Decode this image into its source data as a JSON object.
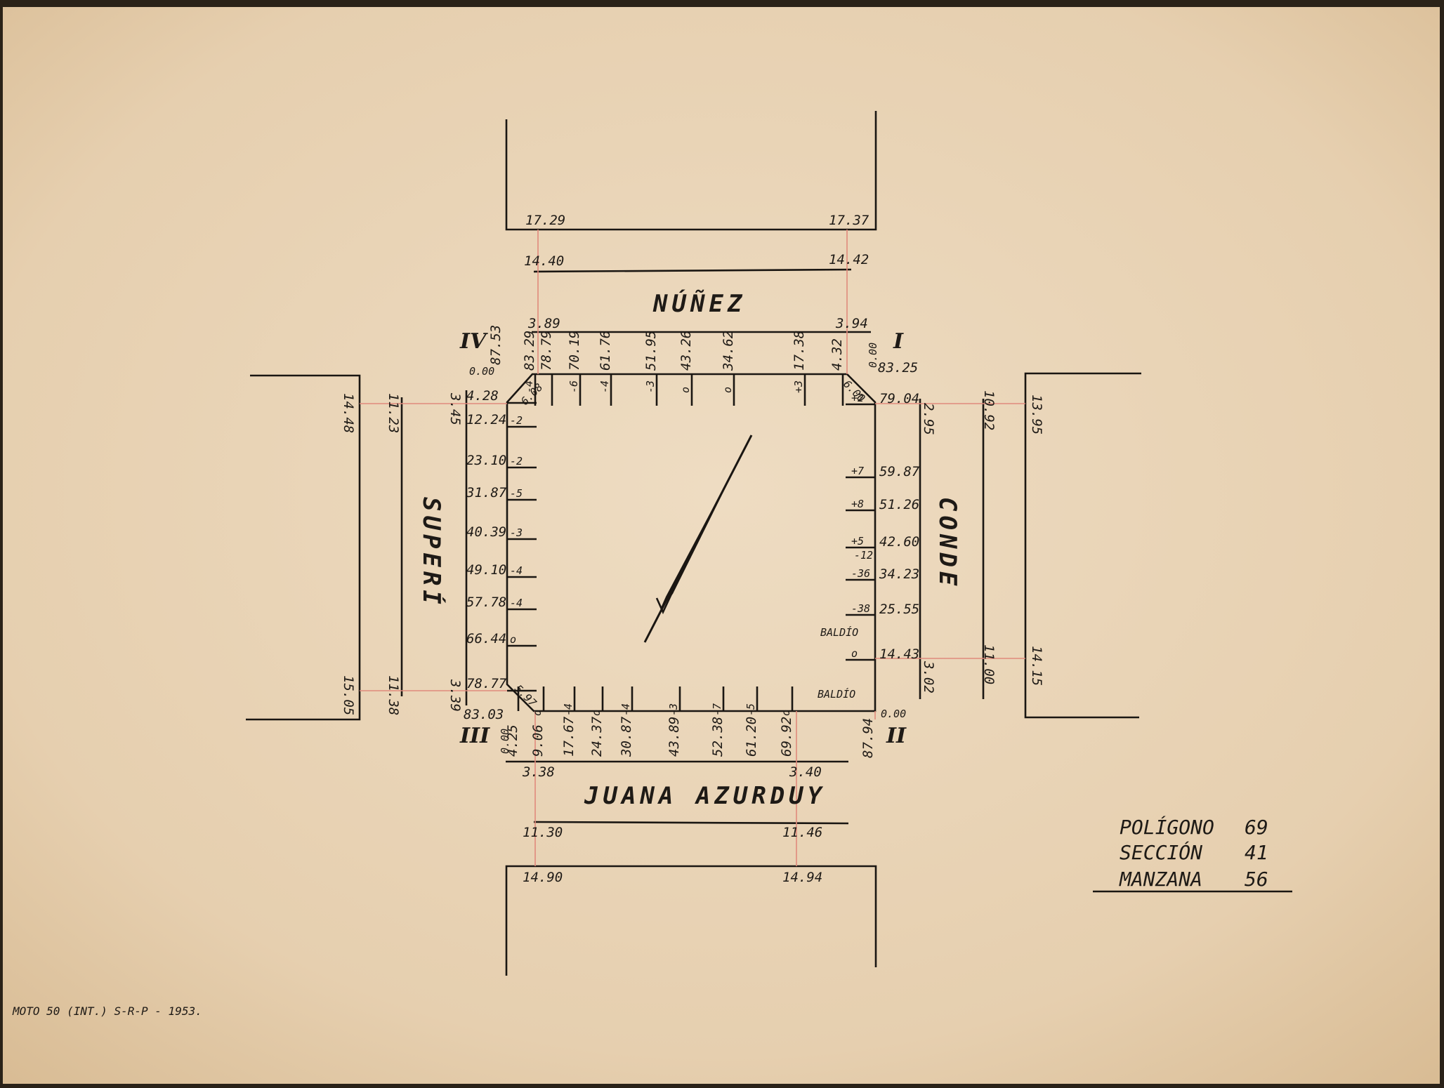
{
  "streets": {
    "north": "NÚÑEZ",
    "south": "JUANA AZURDUY",
    "west": "SUPERÍ",
    "east": "CONDE"
  },
  "corners": {
    "I": "I",
    "II": "II",
    "III": "III",
    "IV": "IV"
  },
  "legend": {
    "poligono_label": "POLÍGONO",
    "poligono_value": "69",
    "seccion_label": "SECCIÓN",
    "seccion_value": "41",
    "manzana_label": "MANZANA",
    "manzana_value": "56"
  },
  "footer_note": "MOTO 50 (INT.) S-R-P - 1953.",
  "north": {
    "building_left": "17.29",
    "building_right": "17.37",
    "curb_left": "14.40",
    "curb_right": "14.42",
    "line_left": "3.89",
    "line_right": "3.94",
    "lots": [
      {
        "m": "83.29",
        "o": "-4"
      },
      {
        "m": "78.79",
        "o": ""
      },
      {
        "m": "70.19",
        "o": "-6"
      },
      {
        "m": "61.76",
        "o": "-4"
      },
      {
        "m": "51.95",
        "o": "-3"
      },
      {
        "m": "43.26",
        "o": "o"
      },
      {
        "m": "34.62",
        "o": "o"
      },
      {
        "m": "17.38",
        "o": "+3"
      },
      {
        "m": "4.32",
        "o": ""
      }
    ]
  },
  "south": {
    "building_left": "14.90",
    "building_right": "14.94",
    "curb_left": "11.30",
    "curb_right": "11.46",
    "line_left": "3.38",
    "line_right": "3.40",
    "lots": [
      {
        "m": "4.25",
        "o": ""
      },
      {
        "m": "9.06",
        "o": "o"
      },
      {
        "m": "17.67",
        "o": "-4"
      },
      {
        "m": "24.37",
        "o": "o"
      },
      {
        "m": "30.87",
        "o": "-4"
      },
      {
        "m": "43.89",
        "o": "-3"
      },
      {
        "m": "52.38",
        "o": "-7"
      },
      {
        "m": "61.20",
        "o": "-5"
      },
      {
        "m": "69.92",
        "o": "o"
      }
    ]
  },
  "west": {
    "building_top": "14.48",
    "building_bottom": "15.05",
    "curb_top": "11.23",
    "curb_bottom": "11.38",
    "line_top": "3.45",
    "line_bottom": "3.39",
    "lots": [
      {
        "m": "4.28",
        "o": ""
      },
      {
        "m": "12.24",
        "o": "-2"
      },
      {
        "m": "23.10",
        "o": "-2"
      },
      {
        "m": "31.87",
        "o": "-5"
      },
      {
        "m": "40.39",
        "o": "-3"
      },
      {
        "m": "49.10",
        "o": "-4"
      },
      {
        "m": "57.78",
        "o": "-4"
      },
      {
        "m": "66.44",
        "o": "o"
      },
      {
        "m": "78.77",
        "o": ""
      }
    ]
  },
  "east": {
    "building_top": "13.95",
    "building_bottom": "14.15",
    "curb_top": "10.92",
    "curb_bottom": "11.00",
    "line_top": "2.95",
    "line_bottom": "3.02",
    "lots": [
      {
        "m": "79.04",
        "o": "+2"
      },
      {
        "m": "59.87",
        "o": "+7"
      },
      {
        "m": "51.26",
        "o": "+8"
      },
      {
        "m": "42.60",
        "o": "+5"
      },
      {
        "m": "34.23",
        "o": "-36"
      },
      {
        "m": "25.55",
        "o": "-38"
      },
      {
        "m": "14.43",
        "o": "o"
      }
    ],
    "extra_offset": "-12",
    "baldio_1": "BALDÍO",
    "baldio_2": "BALDÍO"
  },
  "corner_values": {
    "iv_zero": "0.00",
    "iv_total": "87.53",
    "iv_chamfer": "6.08",
    "i_zero": "0.00",
    "i_total": "83.25",
    "i_chamfer": "6.00",
    "ii_zero": "0.00",
    "ii_total": "87.94",
    "iii_zero": "0.00",
    "iii_total": "83.03",
    "iii_chamfer": "5.97"
  }
}
